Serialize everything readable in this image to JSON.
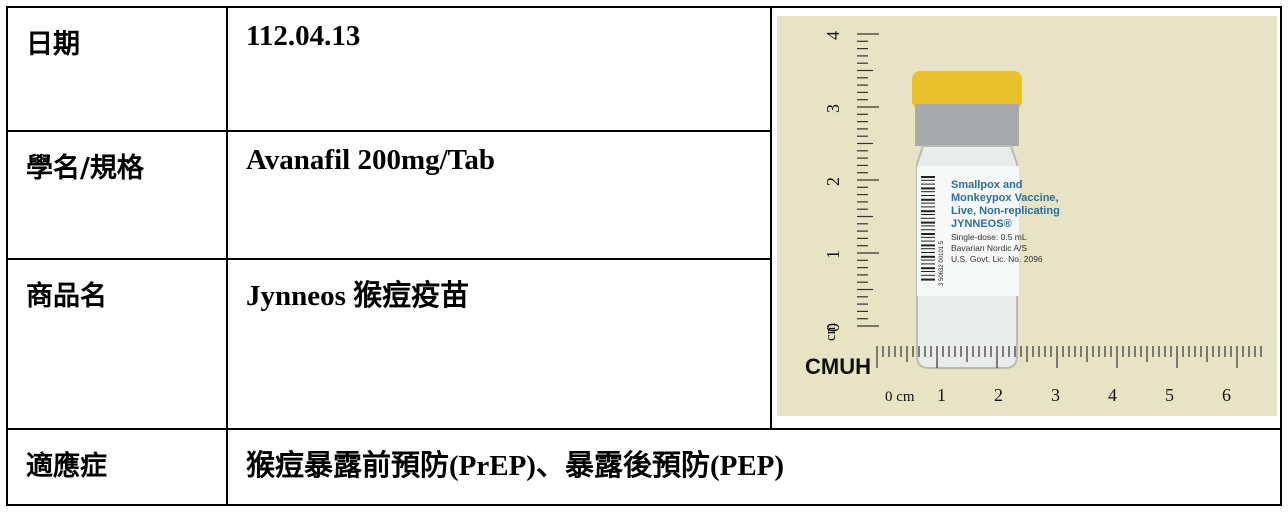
{
  "rows": [
    {
      "label": "日期",
      "value": "112.04.13"
    },
    {
      "label": "學名/規格",
      "value": "Avanafil 200mg/Tab"
    },
    {
      "label": "商品名",
      "value": "Jynneos 猴痘疫苗"
    },
    {
      "label": "適應症",
      "value": "猴痘暴露前預防(PrEP)、暴露後預防(PEP)"
    }
  ],
  "photo": {
    "ruler_brand": "CMUH",
    "ruler_unit": "0 cm",
    "ruler_numbers": [
      "1",
      "2",
      "3",
      "4",
      "5",
      "6"
    ],
    "side_ruler_unit": "cm",
    "side_ruler_numbers": [
      "0",
      "1",
      "2",
      "3",
      "4"
    ],
    "vial_label_lines": [
      "Smallpox and",
      "Monkeypox Vaccine,",
      "Live, Non-replicating",
      "JYNNEOS®",
      "Single-dose: 0.5 mL",
      "Bavarian Nordic A/S",
      "U.S. Govt. Lic. No. 2096"
    ],
    "barcode_text": "3 50632 00101 5",
    "colors": {
      "background": "#e7e3c4",
      "cap": "#e9c12a",
      "label_blue": "#2b6f9b"
    }
  }
}
